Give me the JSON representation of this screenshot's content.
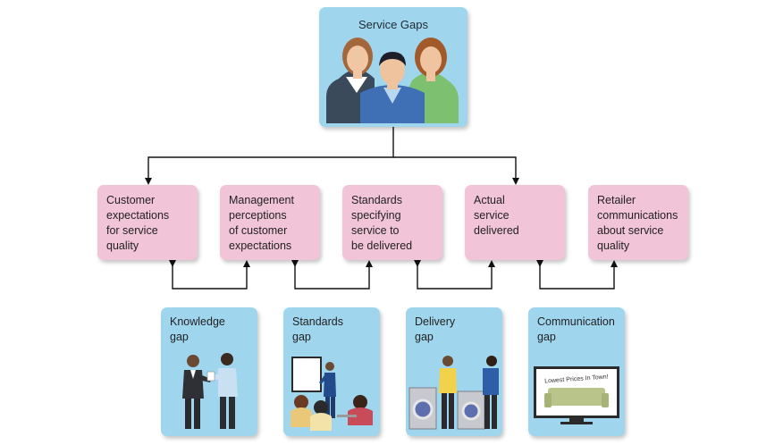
{
  "top": {
    "title": "Service Gaps"
  },
  "components": [
    {
      "label": "Customer\nexpectations\nfor service\nquality"
    },
    {
      "label": "Management\nperceptions\nof customer\nexpectations"
    },
    {
      "label": "Standards\nspecifying\nservice to\nbe delivered"
    },
    {
      "label": "Actual\nservice\ndelivered"
    },
    {
      "label": "Retailer\ncommunications\nabout service\nquality"
    }
  ],
  "gaps": [
    {
      "label": "Knowledge\ngap",
      "illustration": "two-businessmen-icon"
    },
    {
      "label": "Standards\ngap",
      "illustration": "training-presentation-icon"
    },
    {
      "label": "Delivery\ngap",
      "illustration": "appliance-salesmen-icon"
    },
    {
      "label": "Communication\ngap",
      "illustration": "tv-advertisement-icon",
      "tv_text": "Lowest Prices In Town!"
    }
  ],
  "colors": {
    "top_box": "#9fd6ee",
    "component_box": "#f2c4d8",
    "gap_box": "#9fd6ee",
    "connector": "#111111"
  }
}
